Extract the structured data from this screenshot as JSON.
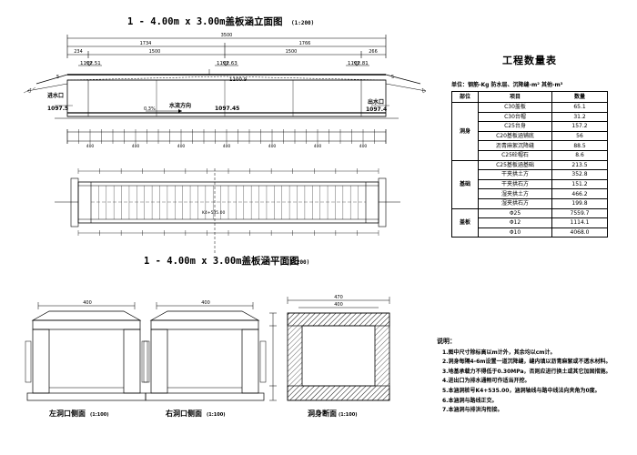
{
  "elevation": {
    "title": "1 - 4.00m x 3.00m盖板涵立面图",
    "scale": "(1:200)",
    "total_length": "3500",
    "left_length": "1734",
    "right_length": "1766",
    "dim_left_end": "234",
    "dim_left_mid": "1500",
    "dim_right_mid": "1500",
    "dim_right_end": "266",
    "elev_left_top": "1102.51",
    "elev_mid_top": "1102.63",
    "elev_right_top": "1102.81",
    "elev_left_small": "5",
    "elev_right_small": "5",
    "elev_road": "1100.9",
    "inlet_label": "进水口",
    "inlet_elev": "1097.5",
    "slope": "0.3%",
    "flow_label": "水流方向",
    "mid_bottom_elev": "1097.45",
    "outlet_label": "出水口",
    "outlet_elev": "1097.4",
    "segment_label": "400"
  },
  "plan": {
    "title": "1 - 4.00m x 3.00m盖板涵平面图",
    "scale": "(1:200)",
    "station": "K4+535.00"
  },
  "sections": {
    "left": {
      "title": "左洞口侧面",
      "scale": "(1:100)",
      "width": "400"
    },
    "right": {
      "title": "右洞口侧面",
      "scale": "(1:100)",
      "width": "400"
    },
    "body": {
      "title": "洞身断面",
      "scale": "(1:100)",
      "width": "470",
      "inner_width": "400"
    }
  },
  "quantities": {
    "title": "工程数量表",
    "unit_note": "单位：钢筋-Kg 防水层、沉降缝-m² 其他-m³",
    "headers": [
      "部位",
      "项目",
      "数量"
    ],
    "groups": [
      {
        "category": "洞身",
        "rows": [
          [
            "C30盖板",
            "65.1"
          ],
          [
            "C30台帽",
            "31.2"
          ],
          [
            "C25台身",
            "157.2"
          ],
          [
            "C20基板涵铺底",
            "56"
          ],
          [
            "沥青麻絮沉降缝",
            "88.5"
          ],
          [
            "C25砼帽石",
            "8.6"
          ]
        ]
      },
      {
        "category": "基础",
        "rows": [
          [
            "C25基板涵基础",
            "213.5"
          ],
          [
            "干夹拱土方",
            "352.8"
          ],
          [
            "干夹拱石方",
            "151.2"
          ],
          [
            "湿夹拱土方",
            "466.2"
          ],
          [
            "湿夹拱石方",
            "199.8"
          ]
        ]
      },
      {
        "category": "盖板",
        "rows": [
          [
            "Φ25",
            "7559.7"
          ],
          [
            "Φ12",
            "1114.1"
          ],
          [
            "Φ10",
            "4068.0"
          ]
        ]
      }
    ]
  },
  "notes": {
    "title": "说明：",
    "items": [
      "1.图中尺寸除标高以m计外，其余均以cm计。",
      "2.洞身每隔4-6m设置一道沉降缝，缝内填以沥青麻絮或不透水材料。",
      "3.地基承载力不得低于0.30MPa，否则应进行换土或其它加固措施。",
      "4.进出口为排水通畅可作适当开挖。",
      "5.本涵洞桩号K4+535.00，涵洞轴线与路中线法向夹角为0度。",
      "6.本涵洞与路线正交。",
      "7.本涵洞与排洪沟衔接。"
    ]
  }
}
